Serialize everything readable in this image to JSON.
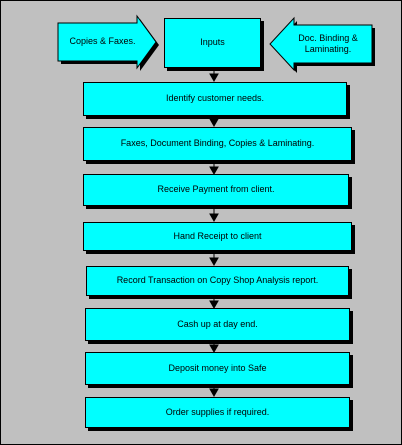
{
  "colors": {
    "background": "#c0c0c0",
    "box_fill": "#00ffff",
    "outline": "#000000"
  },
  "inputs": {
    "label": "Inputs"
  },
  "left_input": {
    "label": "Copies & Faxes."
  },
  "right_input": {
    "label": "Doc. Binding &\nLaminating."
  },
  "steps": [
    {
      "label": "Identify customer needs."
    },
    {
      "label": "Faxes, Document Binding, Copies & Laminating."
    },
    {
      "label": "Receive Payment from client."
    },
    {
      "label": "Hand Receipt to client"
    },
    {
      "label": "Record Transaction on Copy Shop Analysis report."
    },
    {
      "label": "Cash up at day end."
    },
    {
      "label": "Deposit money into Safe"
    },
    {
      "label": "Order supplies if required."
    }
  ]
}
